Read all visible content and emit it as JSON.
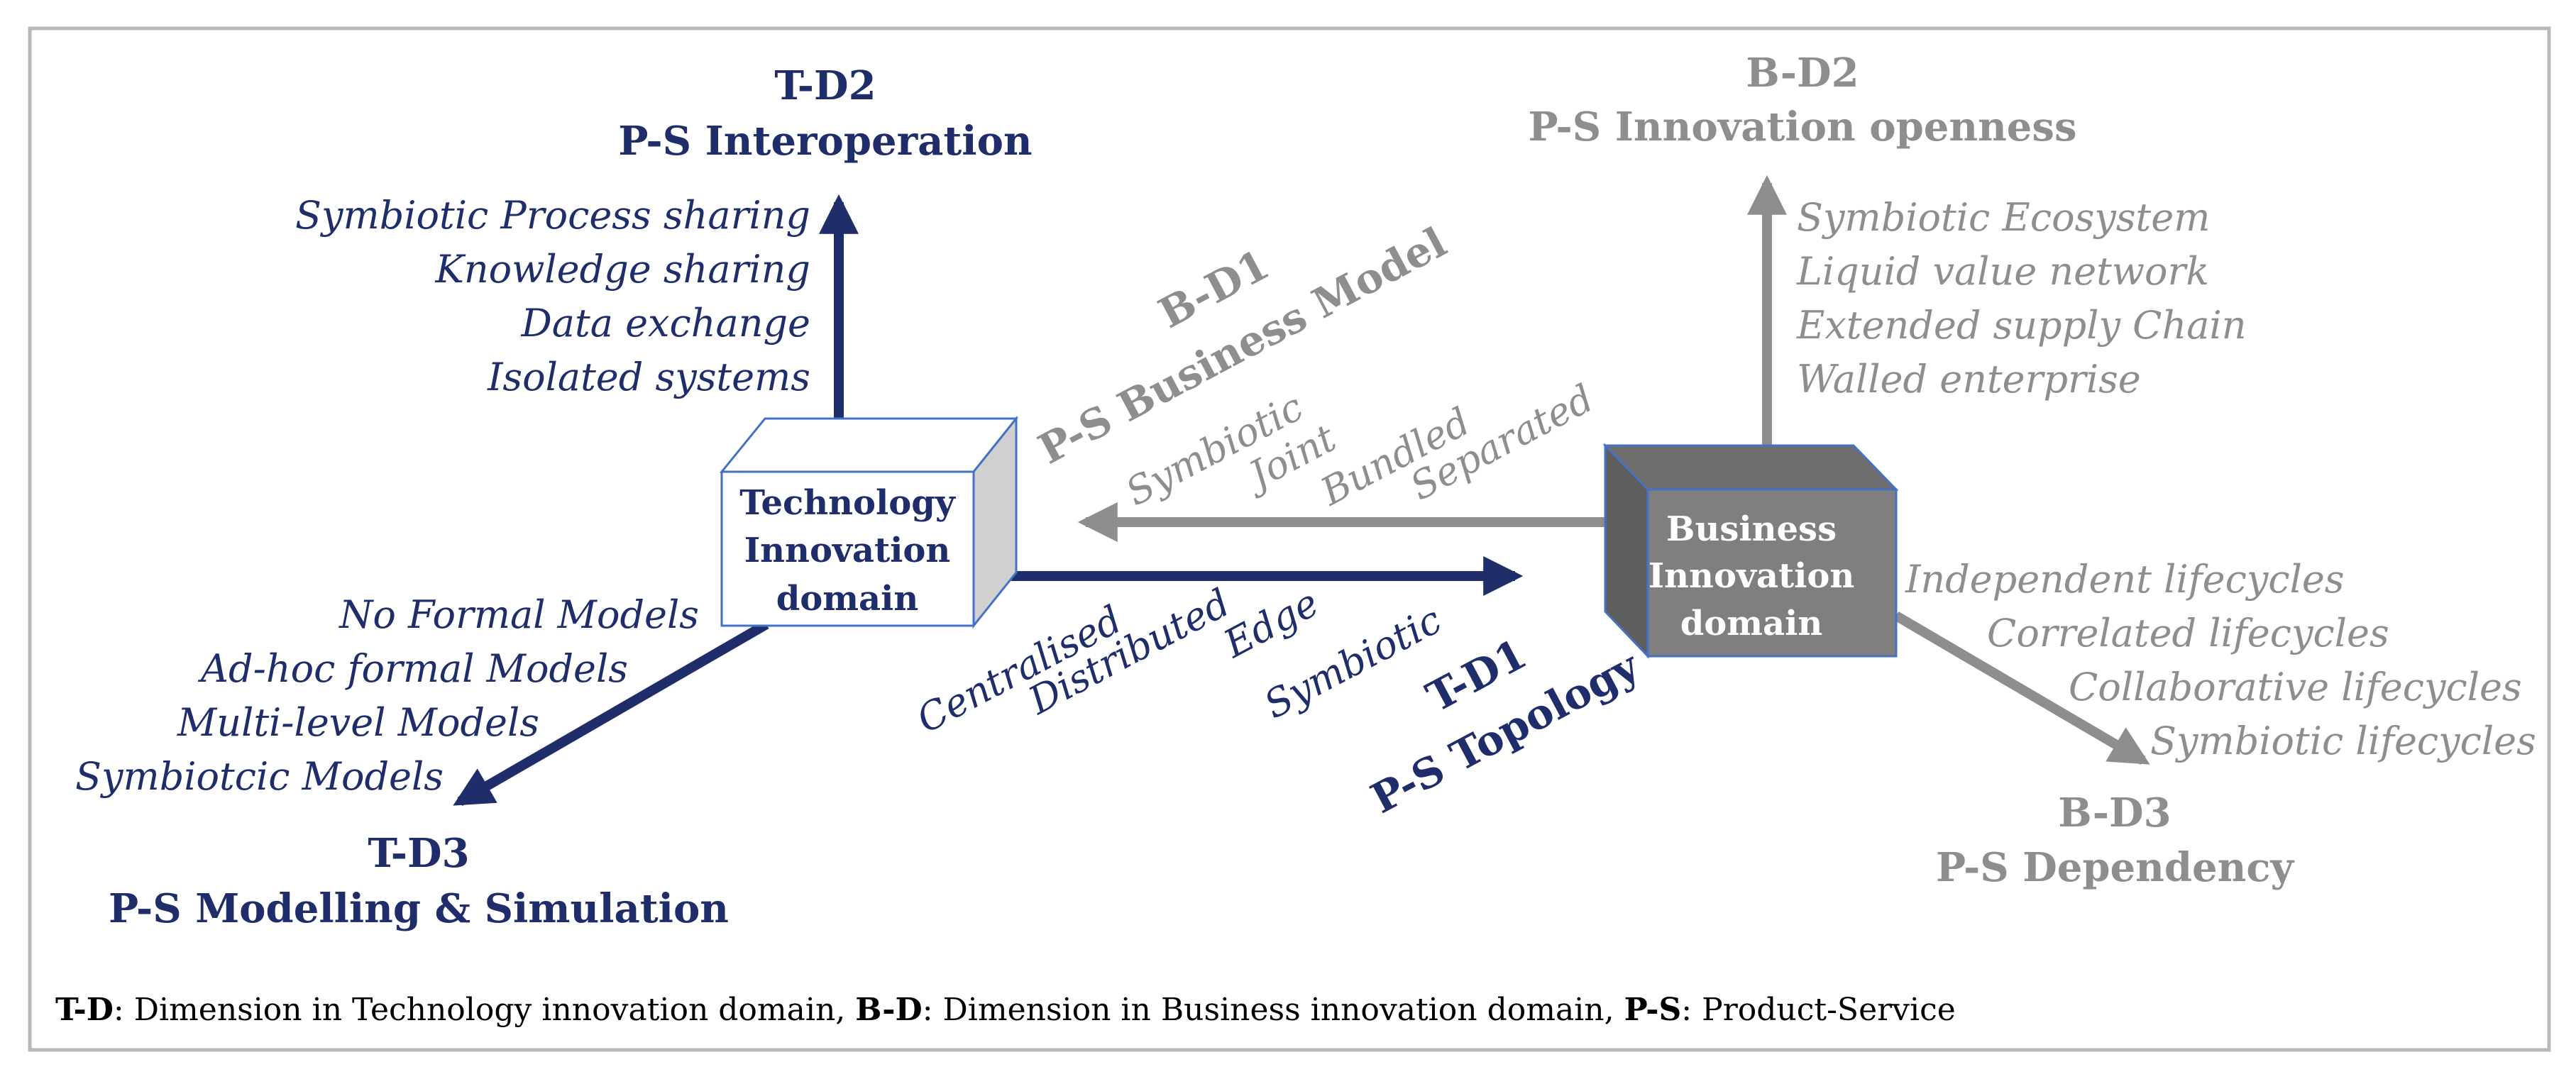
{
  "technology_domain": {
    "box_lines": [
      "Technology",
      "Innovation",
      "domain"
    ],
    "dimensions": {
      "td1": {
        "code": "T-D1",
        "name": "P-S Topology",
        "levels": [
          "Centralised",
          "Distributed",
          "Edge",
          "Symbiotic"
        ]
      },
      "td2": {
        "code": "T-D2",
        "name": "P-S Interoperation",
        "levels": [
          "Symbiotic Process sharing",
          "Knowledge sharing",
          "Data exchange",
          "Isolated systems"
        ]
      },
      "td3": {
        "code": "T-D3",
        "name": "P-S Modelling & Simulation",
        "levels": [
          "No Formal Models",
          "Ad-hoc formal Models",
          "Multi-level Models",
          "Symbiotcic Models"
        ]
      }
    }
  },
  "business_domain": {
    "box_lines": [
      "Business",
      "Innovation",
      "domain"
    ],
    "dimensions": {
      "bd1": {
        "code": "B-D1",
        "name": "P-S Business Model",
        "levels": [
          "Symbiotic",
          "Joint",
          "Bundled",
          "Separated"
        ]
      },
      "bd2": {
        "code": "B-D2",
        "name": "P-S Innovation openness",
        "levels": [
          "Symbiotic Ecosystem",
          "Liquid value network",
          "Extended supply Chain",
          "Walled enterprise"
        ]
      },
      "bd3": {
        "code": "B-D3",
        "name": "P-S Dependency",
        "levels": [
          "Independent  lifecycles",
          "Correlated lifecycles",
          "Collaborative lifecycles",
          "Symbiotic lifecycles"
        ]
      }
    }
  },
  "legend": [
    {
      "abbr": "T-D",
      "text": ": Dimension in Technology innovation domain, "
    },
    {
      "abbr": "B-D",
      "text": ": Dimension in Business innovation domain, "
    },
    {
      "abbr": "P-S",
      "text": ": Product-Service"
    }
  ],
  "colors": {
    "navy": "#1f2d6b",
    "grey": "#8e8e8e",
    "business_box": "#7f7f7f",
    "tech_cube_side": "#d0d0d0",
    "frame": "#b8b8b8"
  }
}
